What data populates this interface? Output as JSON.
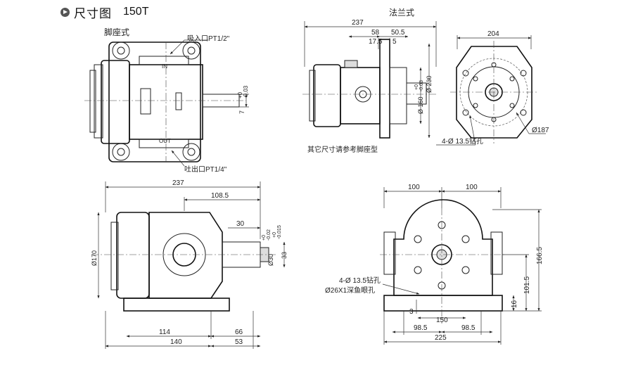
{
  "header": {
    "title": "尺寸图",
    "model": "150T"
  },
  "foot_mount_view": {
    "label": "脚座式",
    "inlet_callout": "吸入口PT1/2\"",
    "outlet_callout": "吐出口PT1/4\"",
    "port_in": "IN",
    "port_out": "OUT",
    "shaft_key_tol_upper": "+0",
    "shaft_key_tol_lower": "-0.03",
    "shaft_key_dim": "7"
  },
  "flange_view": {
    "label": "法兰式",
    "dim_overall": "237",
    "dim_58": "58",
    "dim_50_5": "50.5",
    "dim_17_5": "17.5",
    "dim_5": "5",
    "pilot_tol_upper": "+0",
    "pilot_tol_lower": "-0.03",
    "pilot_dia": "Ø 160",
    "flange_dia": "Ø 230",
    "note": "其它尺寸请参考脚座型"
  },
  "flange_end_view": {
    "dim_width": "204",
    "holes": "4-Ø 13.5钻孔",
    "pcd": "Ø187"
  },
  "side_view": {
    "dim_overall": "237",
    "dim_108_5": "108.5",
    "dim_30": "30",
    "shaft_tol_1_upper": "+0",
    "shaft_tol_1_lower": "-0.02",
    "shaft_tol_2_upper": "+0",
    "shaft_tol_2_lower": "-0.015",
    "height_dia": "Ø170",
    "shaft_dia": "Ø30",
    "shaft_key": "33",
    "dim_114": "114",
    "dim_66": "66",
    "dim_140": "140",
    "dim_53": "53"
  },
  "end_view": {
    "dim_100_left": "100",
    "dim_100_right": "100",
    "holes": "4-Ø 13.5钻孔",
    "counterbore": "Ø26X1深鱼眼孔",
    "dim_3": "3",
    "dim_150": "150",
    "dim_98_5_left": "98.5",
    "dim_98_5_right": "98.5",
    "dim_225": "225",
    "dim_166_5": "166.5",
    "dim_101_5": "101.5",
    "dim_16": "16"
  }
}
